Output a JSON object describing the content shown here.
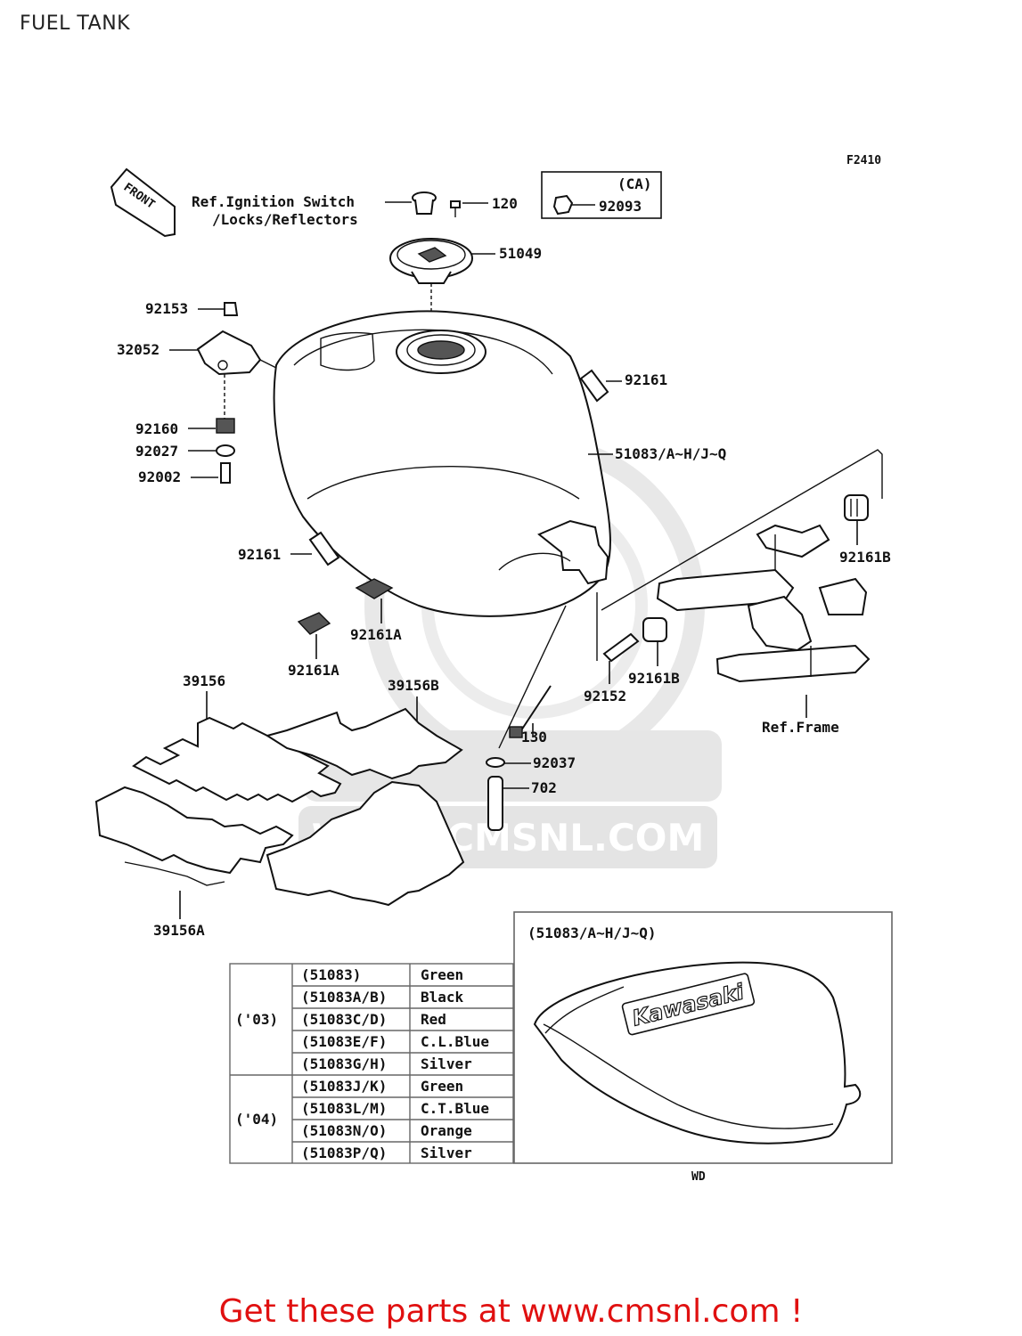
{
  "page": {
    "title": "FUEL TANK",
    "promo": "Get these parts at www.cmsnl.com !"
  },
  "diagram": {
    "code": "F2410",
    "front_label": "FRONT",
    "ref_ignition": "Ref.Ignition Switch",
    "ref_locks": "/Locks/Reflectors",
    "ref_frame": "Ref.Frame",
    "ca_box": {
      "label": "(CA)",
      "part": "92093"
    },
    "parts": {
      "p120": "120",
      "p51049": "51049",
      "p92153": "92153",
      "p32052": "32052",
      "p92161_top": "92161",
      "p51083": "51083/A~H/J~Q",
      "p92160": "92160",
      "p92027": "92027",
      "p92002": "92002",
      "p92161B_top": "92161B",
      "p92161_left": "92161",
      "p92161A_a": "92161A",
      "p92161A_b": "92161A",
      "p39156": "39156",
      "p39156B": "39156B",
      "p92161B_bottom": "92161B",
      "p92152": "92152",
      "p130": "130",
      "p92037": "92037",
      "p702": "702",
      "p39156A": "39156A"
    },
    "watermark": "WWW.CMSNL.COM",
    "inset": {
      "title": "(51083/A~H/J~Q)",
      "brand": "Kawasaki",
      "footer": "WD"
    }
  },
  "color_table": {
    "years": [
      "('03)",
      "('04)"
    ],
    "rows": [
      {
        "code": "(51083)",
        "color": "Green"
      },
      {
        "code": "(51083A/B)",
        "color": "Black"
      },
      {
        "code": "(51083C/D)",
        "color": "Red"
      },
      {
        "code": "(51083E/F)",
        "color": "C.L.Blue"
      },
      {
        "code": "(51083G/H)",
        "color": "Silver"
      },
      {
        "code": "(51083J/K)",
        "color": "Green"
      },
      {
        "code": "(51083L/M)",
        "color": "C.T.Blue"
      },
      {
        "code": "(51083N/O)",
        "color": "Orange"
      },
      {
        "code": "(51083P/Q)",
        "color": "Silver"
      }
    ]
  },
  "colors": {
    "promo": "#e01010",
    "line": "#111111",
    "watermark": "#e6e6e6"
  }
}
